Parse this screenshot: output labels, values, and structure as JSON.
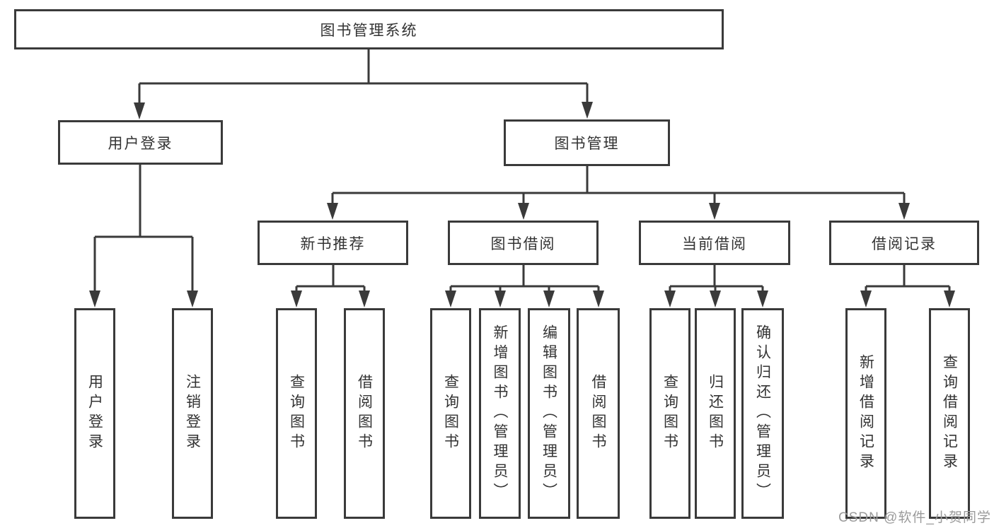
{
  "tree": {
    "label": "图书管理系统",
    "children": [
      {
        "label": "用户登录",
        "children": [
          {
            "label": "用户登录"
          },
          {
            "label": "注销登录"
          }
        ]
      },
      {
        "label": "图书管理",
        "children": [
          {
            "label": "新书推荐",
            "children": [
              {
                "label": "查询图书"
              },
              {
                "label": "借阅图书"
              }
            ]
          },
          {
            "label": "图书借阅",
            "children": [
              {
                "label": "查询图书"
              },
              {
                "label": "新增图书（管理员）"
              },
              {
                "label": "编辑图书（管理员）"
              },
              {
                "label": "借阅图书"
              }
            ]
          },
          {
            "label": "当前借阅",
            "children": [
              {
                "label": "查询图书"
              },
              {
                "label": "归还图书"
              },
              {
                "label": "确认归还（管理员）"
              }
            ]
          },
          {
            "label": "借阅记录",
            "children": [
              {
                "label": "新增借阅记录"
              },
              {
                "label": "查询借阅记录"
              }
            ]
          }
        ]
      }
    ]
  },
  "watermark": "CSDN @软件_小贺同学",
  "colors": {
    "line": "#3a3a3a",
    "text": "#333333",
    "background": "#ffffff",
    "watermark": "#9b9b9b"
  }
}
